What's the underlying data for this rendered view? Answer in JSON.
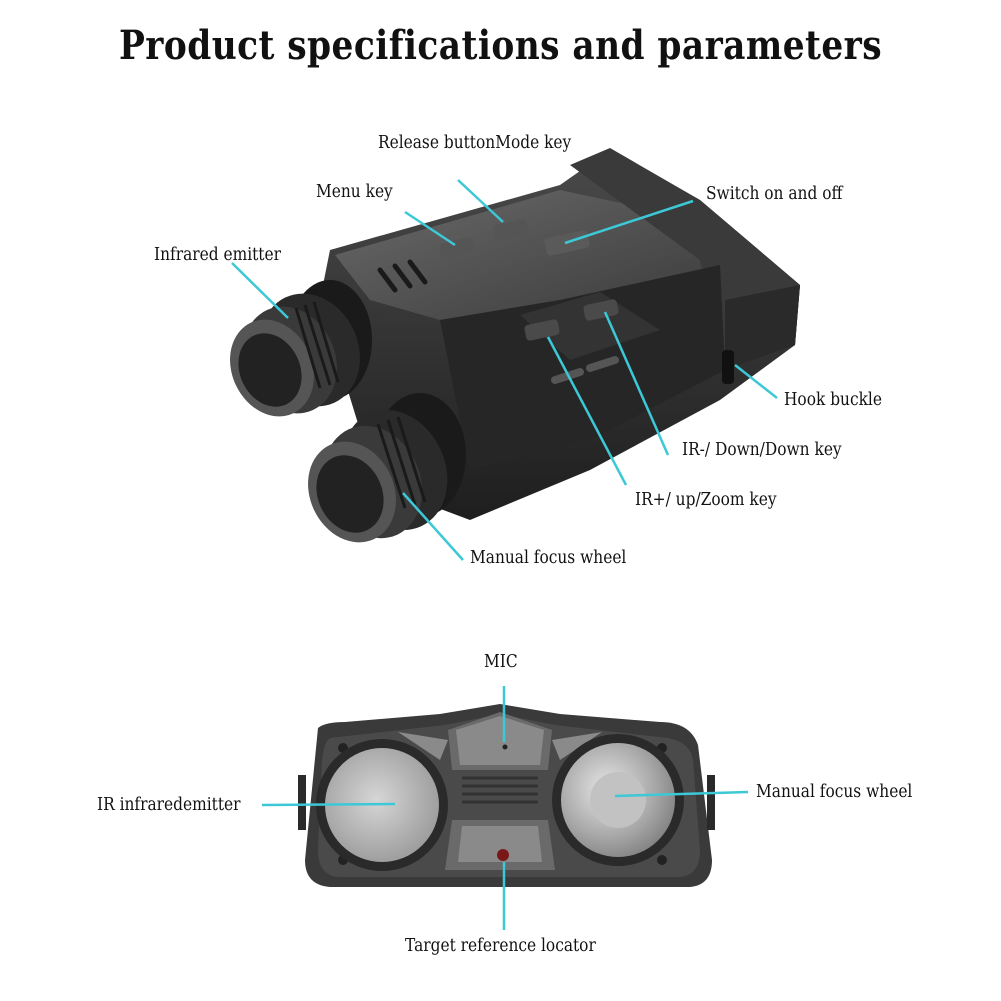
{
  "title": "Product specifications and parameters",
  "top_view": {
    "labels": {
      "release_button": "Release button",
      "mode_key": "Mode key",
      "menu_key": "Menu key",
      "switch": "Switch on and off",
      "infrared_emitter": "Infrared emitter",
      "hook_buckle": "Hook buckle",
      "ir_minus": "IR-/ Down/Down key",
      "ir_plus": "IR+/ up/Zoom key",
      "manual_focus": "Manual focus wheel"
    }
  },
  "front_view": {
    "labels": {
      "mic": "MIC",
      "ir_emitter": "IR infraredemitter",
      "manual_focus": "Manual focus wheel",
      "target_locator": "Target reference locator"
    }
  },
  "colors": {
    "leader_line": "#3cc8d6",
    "body": "#2b2b2b"
  }
}
